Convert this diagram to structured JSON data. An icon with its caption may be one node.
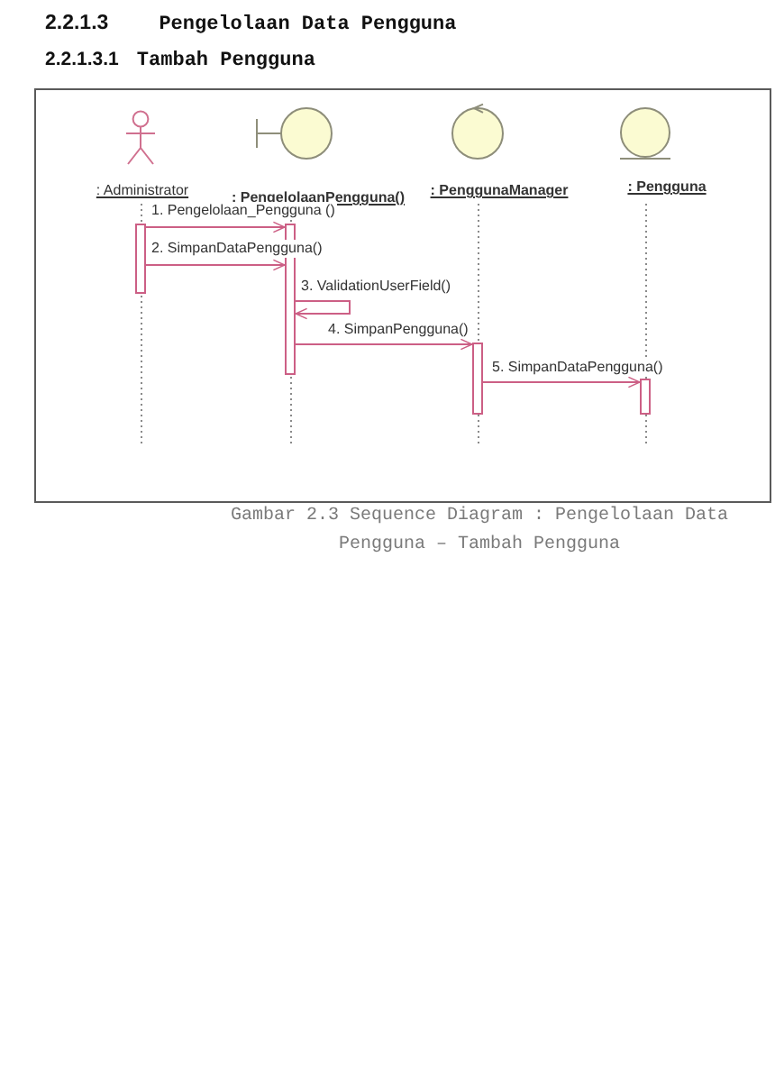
{
  "diagram": {
    "title": "2.2.1.3 Pengelolaan Data Pengguna",
    "caption": "Gambar 2.3 Sequence Diagram : Pengelolaan Data Pengguna – Tambah Pengguna",
    "nodes": [
      {
        "text": [
          ": Administrator"
        ]
      },
      {
        "text": [],
        "shape": "bar",
        "in": 0
      },
      {
        "text": [
          ": PengelolaanPengguna()"
        ]
      },
      {
        "text": [],
        "shape": "bar",
        "in": 2
      },
      {
        "text": [
          ": PenggunaManager"
        ]
      },
      {
        "text": [],
        "shape": "bar",
        "in": 4
      },
      {
        "text": [
          ": Pengguna"
        ]
      },
      {
        "text": [],
        "shape": "bar",
        "in": 6
      }
    ],
    "edges": [
      {
        "from": 1,
        "to": 3,
        "arrow": "to",
        "label": "1. Pengelolaan_Pengguna ()"
      },
      {
        "from": 1,
        "to": 3,
        "arrow": "to",
        "label": "2. SimpanDataPengguna()"
      },
      {
        "from": 3,
        "to": 3,
        "arrow": "to",
        "label": "3. ValidationUserField()"
      },
      {
        "from": 3,
        "to": 5,
        "arrow": "to",
        "label": "4. SimpanPengguna()"
      },
      {
        "from": 5,
        "to": 7,
        "arrow": "to",
        "label": "5. SimpanDataPengguna()"
      }
    ],
    "labels": [
      "2.2.1.3.1 Tambah Pengguna"
    ]
  }
}
